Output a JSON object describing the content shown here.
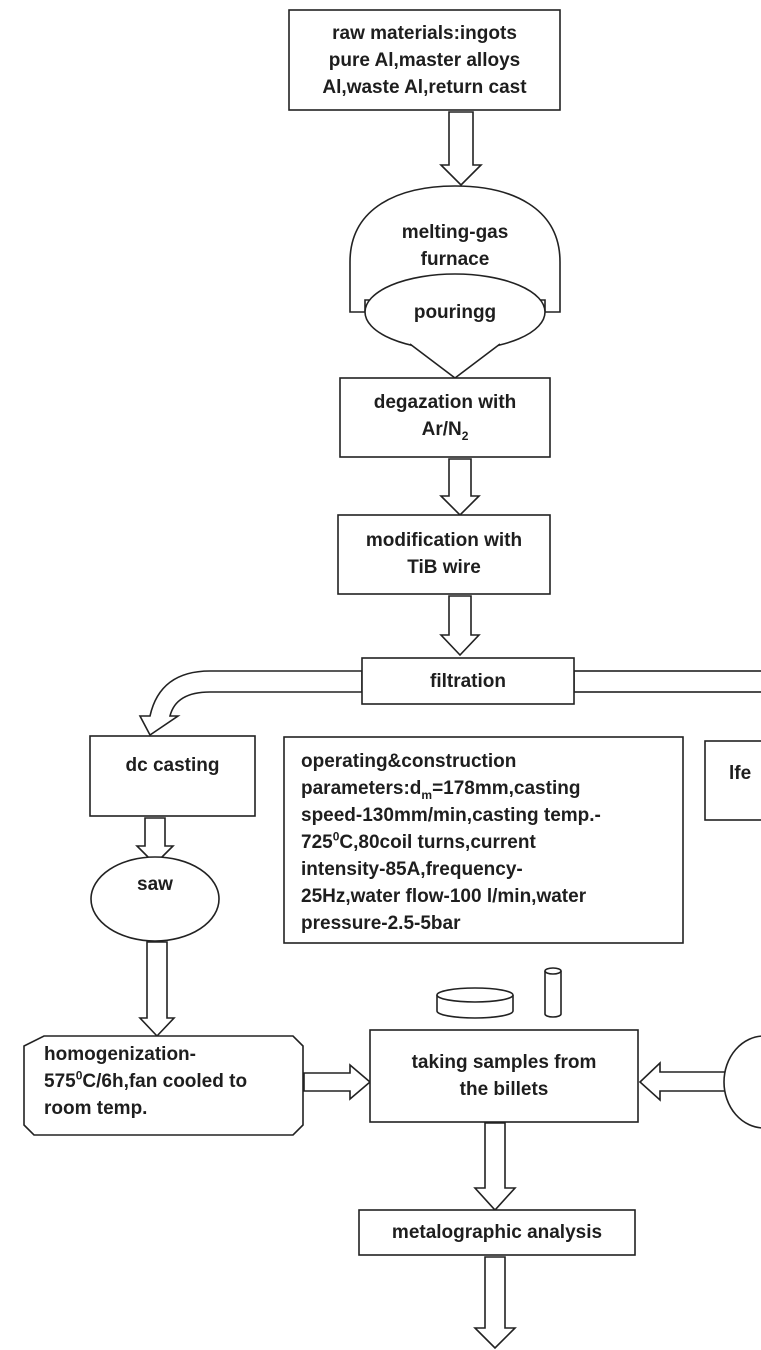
{
  "nodes": {
    "raw_materials": {
      "lines": [
        "raw materials:ingots",
        "pure Al,master alloys",
        "Al,waste Al,return cast"
      ]
    },
    "melting": {
      "lines": [
        "melting-gas",
        "furnace"
      ]
    },
    "pouring": {
      "label": "pouringg"
    },
    "degazation": {
      "line1": "degazation with",
      "line2_prefix": "Ar/N",
      "line2_sub": "2"
    },
    "modification": {
      "lines": [
        "modification with",
        "TiB wire"
      ]
    },
    "filtration": {
      "label": "filtration"
    },
    "dc_casting": {
      "label": "dc casting"
    },
    "parameters": {
      "line1": "operating&construction",
      "line2_prefix": "parameters:d",
      "line2_sub": "m",
      "line2_suffix": "=178mm,casting",
      "line3": "speed-130mm/min,casting temp.-",
      "line4_prefix": "725",
      "line4_sup": "0",
      "line4_suffix": "C,80coil turns,current",
      "line5": "intensity-85A,frequency-",
      "line6": "25Hz,water flow-100 l/min,water",
      "line7": "pressure-2.5-5bar"
    },
    "partial_right": {
      "label": "lfe"
    },
    "saw": {
      "label": "saw"
    },
    "homogenization": {
      "line1": "homogenization-",
      "line2_prefix": "575",
      "line2_sup": "0",
      "line2_suffix": "C/6h,fan cooled to",
      "line3": "room temp."
    },
    "taking_samples": {
      "lines": [
        "taking samples from",
        "the billets"
      ]
    },
    "metalographic": {
      "label": "metalographic analysis"
    }
  }
}
